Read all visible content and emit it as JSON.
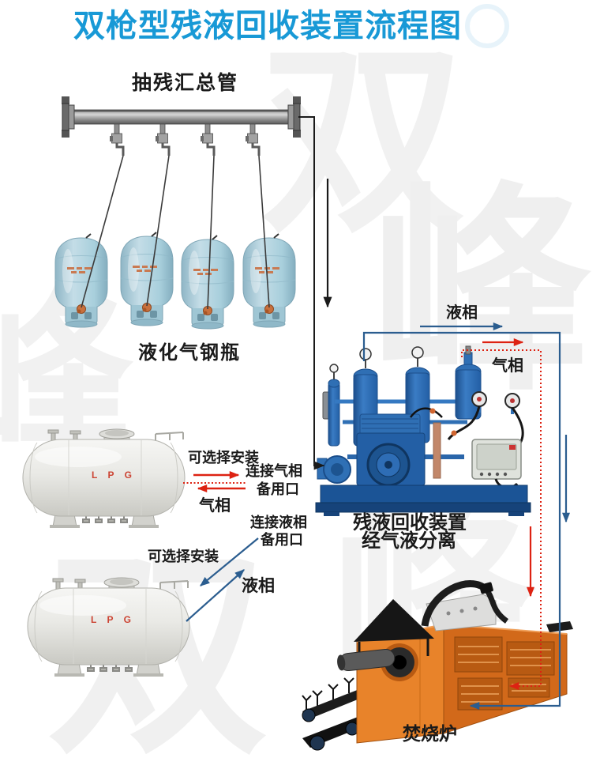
{
  "title": "双枪型残液回收装置流程图",
  "colors": {
    "title_blue": "#1899d6",
    "flow_blue": "#2b5d8f",
    "flow_red": "#dd2212",
    "pipe_black": "#1a1a1a",
    "cylinder_blue": "#aed3e0",
    "compressor_blue": "#2a6cb4",
    "incinerator_orange": "#e0761f",
    "tank_lpg_red": "#cc4433"
  },
  "labels": {
    "header_pipe": "抽残汇总管",
    "cylinders": "液化气钢瓶",
    "tank1_optional": "可选择安装",
    "connect_gas_1": "连接气相",
    "connect_gas_2": "备用口",
    "tank1_gas_phase": "气相",
    "connect_liquid_1": "连接液相",
    "connect_liquid_2": "备用口",
    "tank2_optional": "可选择安装",
    "tank2_liquid_phase": "液相",
    "liquid_phase_top": "液相",
    "gas_phase_right": "气相",
    "recovery_1": "残液回收装置",
    "recovery_2": "经气液分离",
    "incinerator": "焚烧炉",
    "lpg": "L P G"
  },
  "watermark": [
    "双",
    "峰",
    "峰",
    "双",
    "峰"
  ]
}
